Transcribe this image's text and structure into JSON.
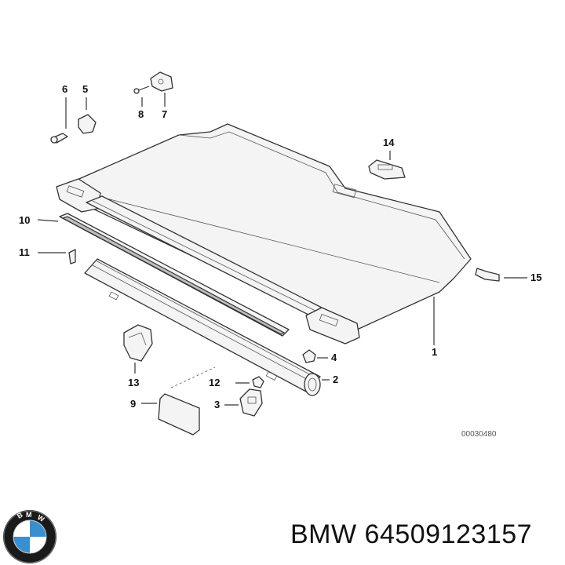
{
  "diagram": {
    "reference_code": "00030480",
    "callouts": [
      "1",
      "2",
      "3",
      "4",
      "5",
      "6",
      "7",
      "8",
      "9",
      "10",
      "11",
      "12",
      "13",
      "14",
      "15"
    ]
  },
  "footer": {
    "brand": "BMW",
    "part_number": "64509123157",
    "logo_letters": "BMW"
  },
  "colors": {
    "line": "#333333",
    "part_fill": "#f4f4f4",
    "logo_blue": "#3a8fd1",
    "logo_ring": "#1a1a1a"
  }
}
